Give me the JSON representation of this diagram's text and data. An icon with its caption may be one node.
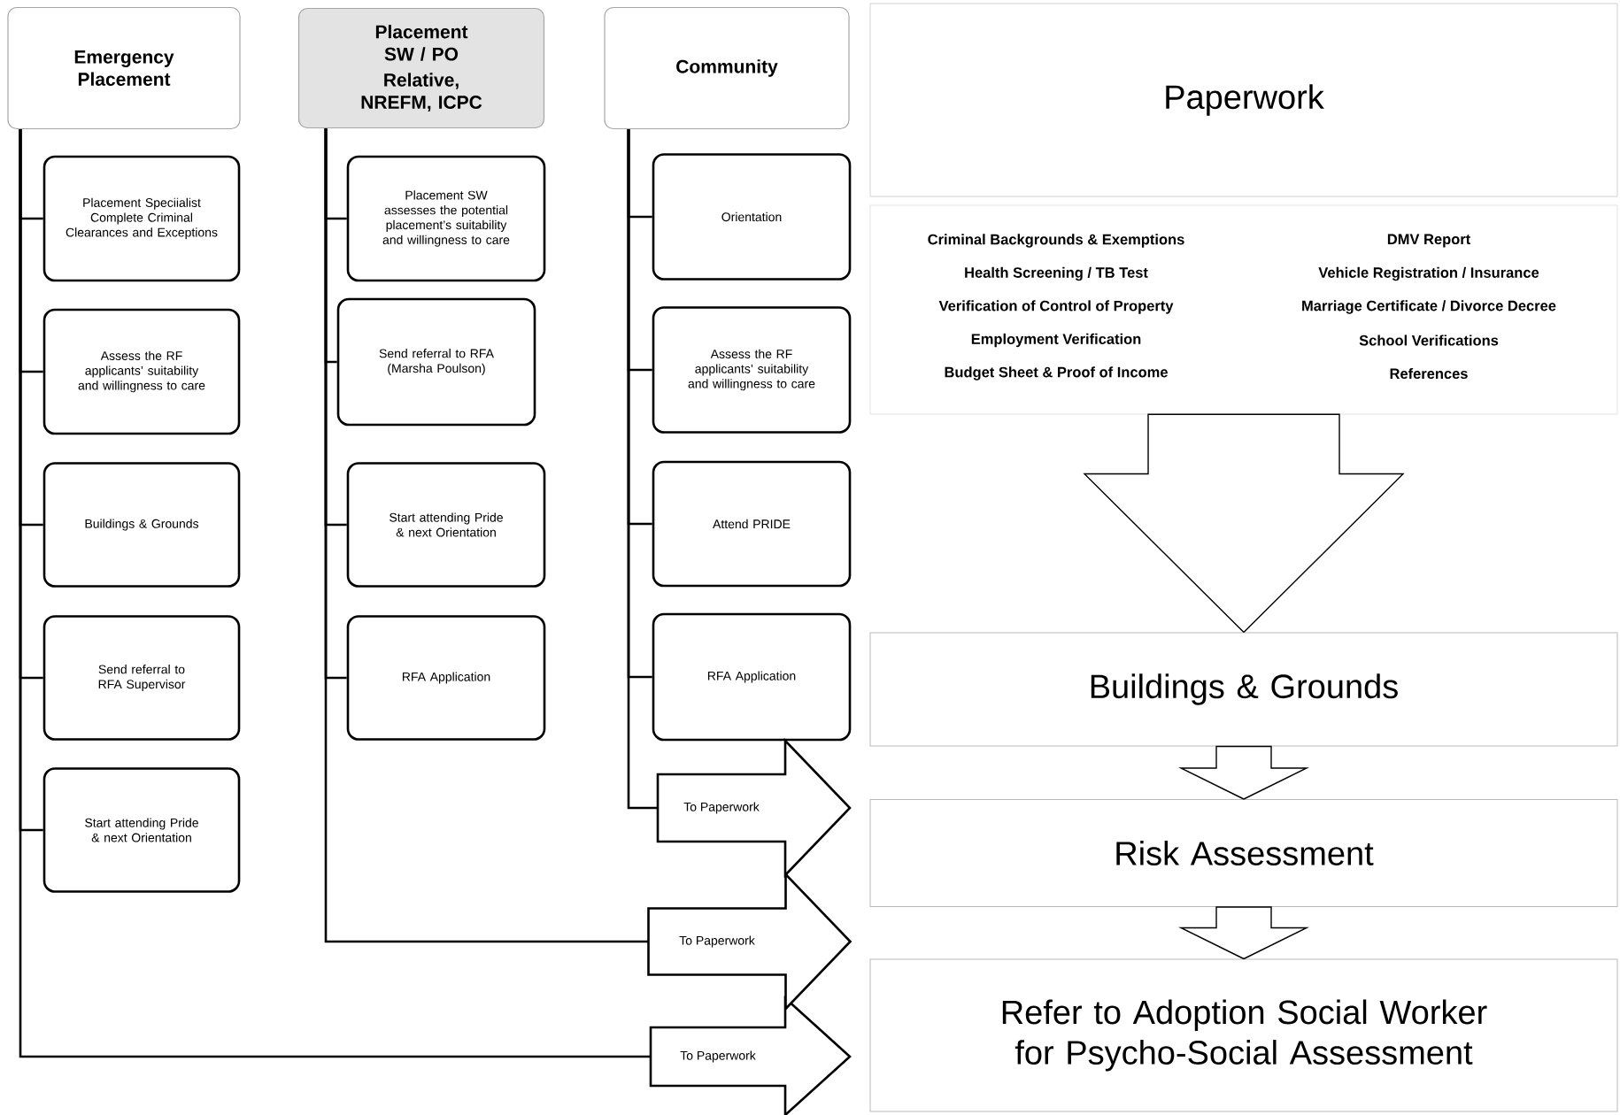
{
  "diagram": {
    "nodes": [
      {
        "text": [
          "Emergency Placement"
        ]
      },
      {
        "text": [
          "Placement Speciialist Complete Criminal Clearances and Exceptions"
        ]
      },
      {
        "text": [
          "Assess the RF applicants’ suitability and willingness to care"
        ]
      },
      {
        "text": [
          "Buildings & Grounds"
        ]
      },
      {
        "text": [
          "Send referral to RFA Supervisor"
        ]
      },
      {
        "text": [
          "Start attending Pride & next Orientation"
        ]
      },
      {
        "text": [
          "To Paperwork"
        ]
      },
      {
        "text": [
          "Placement SW / PO",
          "Relative, NREFM, ICPC"
        ]
      },
      {
        "text": [
          "Placement SW assesses the potential placement’s suitability and willingness to care"
        ]
      },
      {
        "text": [
          "Send referral to RFA (Marsha Poulson)"
        ]
      },
      {
        "text": [
          "Start attending Pride & next Orientation"
        ]
      },
      {
        "text": [
          "RFA Application"
        ]
      },
      {
        "text": [
          "To Paperwork"
        ]
      },
      {
        "text": [
          "Community"
        ]
      },
      {
        "text": [
          "Orientation"
        ]
      },
      {
        "text": [
          "Assess the RF applicants’ suitability and willingness to care"
        ]
      },
      {
        "text": [
          "Attend PRIDE"
        ]
      },
      {
        "text": [
          "RFA Application"
        ]
      },
      {
        "text": [
          "To Paperwork"
        ]
      },
      {
        "text": [
          "Paperwork"
        ]
      },
      {
        "text": [
          "Criminal Backgrounds & Exemptions",
          "Health Screening / TB Test",
          "Verification of Control of Property",
          "Employment Verification",
          "Budget Sheet & Proof of Income",
          "DMV Report",
          "Vehicle Registration / Insurance",
          "Marriage Certificate / Divorce Decree",
          "School Verifications",
          "References"
        ]
      },
      {
        "text": [
          "Buildings & Grounds"
        ]
      },
      {
        "text": [
          "Risk Assessment"
        ]
      },
      {
        "text": [
          "Refer to Adoption Social Worker for Psycho-Social Assessment"
        ]
      }
    ],
    "edges": [
      {
        "from": 0,
        "to": 1,
        "arrow": "none"
      },
      {
        "from": 0,
        "to": 2,
        "arrow": "none"
      },
      {
        "from": 0,
        "to": 3,
        "arrow": "none"
      },
      {
        "from": 0,
        "to": 4,
        "arrow": "none"
      },
      {
        "from": 0,
        "to": 5,
        "arrow": "none"
      },
      {
        "from": 0,
        "to": 6,
        "arrow": "none"
      },
      {
        "from": 7,
        "to": 8,
        "arrow": "none"
      },
      {
        "from": 7,
        "to": 9,
        "arrow": "none"
      },
      {
        "from": 7,
        "to": 10,
        "arrow": "none"
      },
      {
        "from": 7,
        "to": 11,
        "arrow": "none"
      },
      {
        "from": 7,
        "to": 12,
        "arrow": "none"
      },
      {
        "from": 13,
        "to": 14,
        "arrow": "none"
      },
      {
        "from": 13,
        "to": 15,
        "arrow": "none"
      },
      {
        "from": 13,
        "to": 16,
        "arrow": "none"
      },
      {
        "from": 13,
        "to": 17,
        "arrow": "none"
      },
      {
        "from": 13,
        "to": 18,
        "arrow": "none"
      },
      {
        "from": 20,
        "to": 21,
        "arrow": "to"
      },
      {
        "from": 21,
        "to": 22,
        "arrow": "to"
      },
      {
        "from": 22,
        "to": 23,
        "arrow": "to"
      }
    ]
  }
}
